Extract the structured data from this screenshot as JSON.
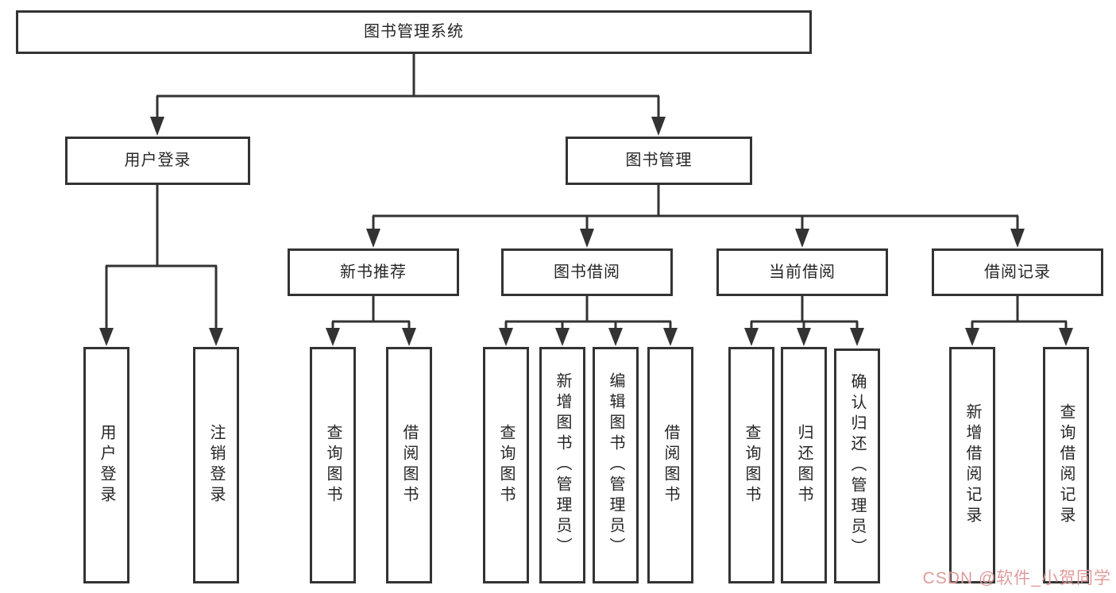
{
  "diagram": {
    "type": "hierarchy-tree",
    "colors": {
      "line": "#333333",
      "box_border": "#333333",
      "box_fill": "#ffffff",
      "text": "#262626",
      "watermark": "#DB8A8A"
    },
    "nodes": {
      "root": "图书管理系统",
      "user_login": "用户登录",
      "book_mgmt": "图书管理",
      "new_book_rec": "新书推荐",
      "book_borrow": "图书借阅",
      "current_borrow": "当前借阅",
      "borrow_record": "借阅记录",
      "leaf_user_login": "用户登录",
      "leaf_logout": "注销登录",
      "leaf_query_books_1": "查询图书",
      "leaf_borrow_books_1": "借阅图书",
      "leaf_query_books_2": "查询图书",
      "leaf_add_books": "新增图书（管理员）",
      "leaf_edit_books": "编辑图书（管理员）",
      "leaf_borrow_books_2": "借阅图书",
      "leaf_query_books_3": "查询图书",
      "leaf_return_books": "归还图书",
      "leaf_confirm_return": "确认归还（管理员）",
      "leaf_add_borrow_record": "新增借阅记录",
      "leaf_query_borrow_record": "查询借阅记录"
    },
    "tree": {
      "root": "图书管理系统",
      "children": [
        {
          "label": "用户登录",
          "children": [
            "用户登录",
            "注销登录"
          ]
        },
        {
          "label": "图书管理",
          "children": [
            {
              "label": "新书推荐",
              "children": [
                "查询图书",
                "借阅图书"
              ]
            },
            {
              "label": "图书借阅",
              "children": [
                "查询图书",
                "新增图书（管理员）",
                "编辑图书（管理员）",
                "借阅图书"
              ]
            },
            {
              "label": "当前借阅",
              "children": [
                "查询图书",
                "归还图书",
                "确认归还（管理员）"
              ]
            },
            {
              "label": "借阅记录",
              "children": [
                "新增借阅记录",
                "查询借阅记录"
              ]
            }
          ]
        }
      ]
    },
    "watermark": "CSDN @软件_小贺同学"
  }
}
